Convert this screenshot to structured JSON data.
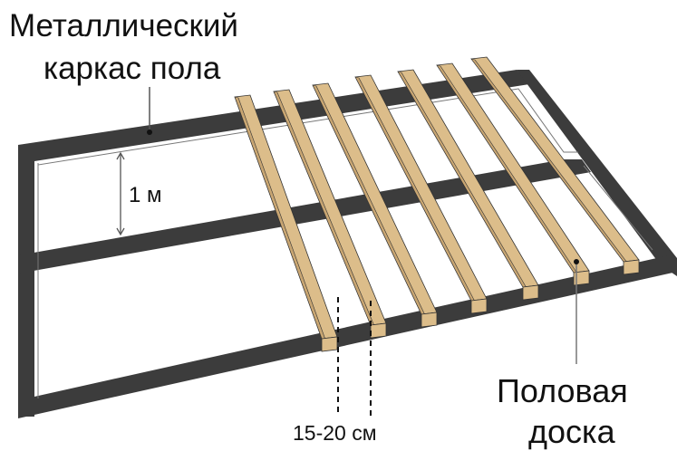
{
  "labels": {
    "frame_line1": "Металлический",
    "frame_line2": "каркас пола",
    "spacing_vertical": "1 м",
    "spacing_planks": "15-20 см",
    "plank_line1": "Половая",
    "plank_line2": "доска"
  },
  "colors": {
    "frame": "#3c3c3c",
    "plank": "#dcbd8a",
    "plank_side": "#c9a672",
    "outline": "#333333"
  },
  "plank_count": 7
}
